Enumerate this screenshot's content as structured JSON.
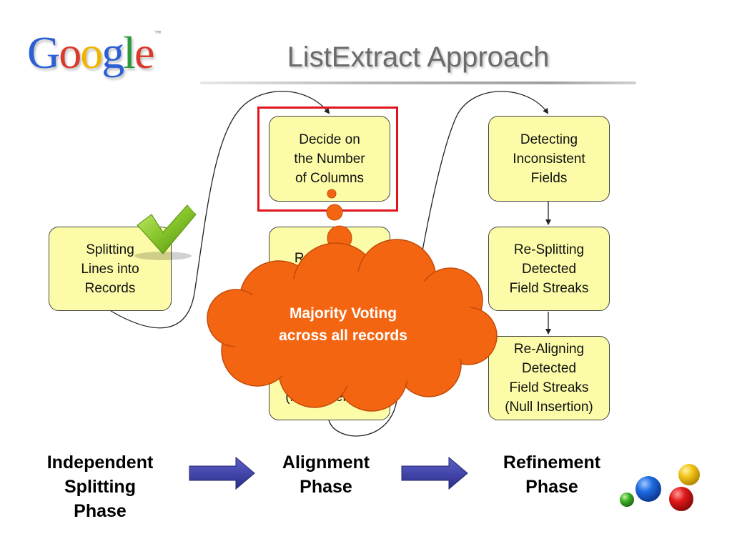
{
  "logo": {
    "letters": [
      "G",
      "o",
      "o",
      "g",
      "l",
      "e"
    ],
    "letter_colors": [
      "#2d5fd4",
      "#d93a2b",
      "#f0b400",
      "#2d5fd4",
      "#2a9a3a",
      "#d93a2b"
    ],
    "tm": "™"
  },
  "title": "ListExtract Approach",
  "boxes": {
    "splitting": "Splitting\nLines into\nRecords",
    "decide": "Decide on\nthe Number\nof Columns",
    "resplitting_partial": "Re-Splitting",
    "null_insertion_partial": "(Null Insertion)",
    "detecting": "Detecting\nInconsistent\nFields",
    "resplitting_detected": "Re-Splitting\nDetected\nField Streaks",
    "realigning": "Re-Aligning\nDetected\nField Streaks\n(Null Insertion)"
  },
  "cloud": {
    "text": "Majority Voting\nacross all records"
  },
  "phases": {
    "independent": "Independent\nSplitting\nPhase",
    "alignment": "Alignment\nPhase",
    "refinement": "Refinement\nPhase"
  },
  "colors": {
    "box_fill": "#fcfca8",
    "highlight": "#e0141b",
    "cloud": "#f46512",
    "arrow": "#3a3c9e",
    "check": "#7fc125"
  },
  "icons": {
    "check": "checkmark-icon",
    "balls": "colored-balls-icon"
  }
}
